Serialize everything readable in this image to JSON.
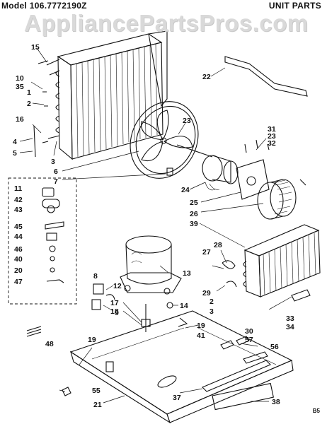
{
  "header": {
    "model": "Model 106.7772190Z",
    "title": "UNIT PARTS"
  },
  "watermark": "AppliancePartsPros.com",
  "footer": "B5",
  "callouts": [
    "15",
    "10",
    "35",
    "1",
    "2",
    "16",
    "4",
    "5",
    "3",
    "22",
    "23",
    "31",
    "23",
    "32",
    "6",
    "7",
    "24",
    "25",
    "26",
    "39",
    "11",
    "42",
    "43",
    "45",
    "44",
    "46",
    "40",
    "20",
    "47",
    "8",
    "13",
    "12",
    "9",
    "14",
    "28",
    "27",
    "29",
    "2",
    "3",
    "33",
    "34",
    "17",
    "18",
    "19",
    "41",
    "30",
    "57",
    "56",
    "19",
    "48",
    "55",
    "37",
    "21",
    "38"
  ],
  "colors": {
    "ink": "#111111",
    "watermark": "#d9d9d9"
  }
}
